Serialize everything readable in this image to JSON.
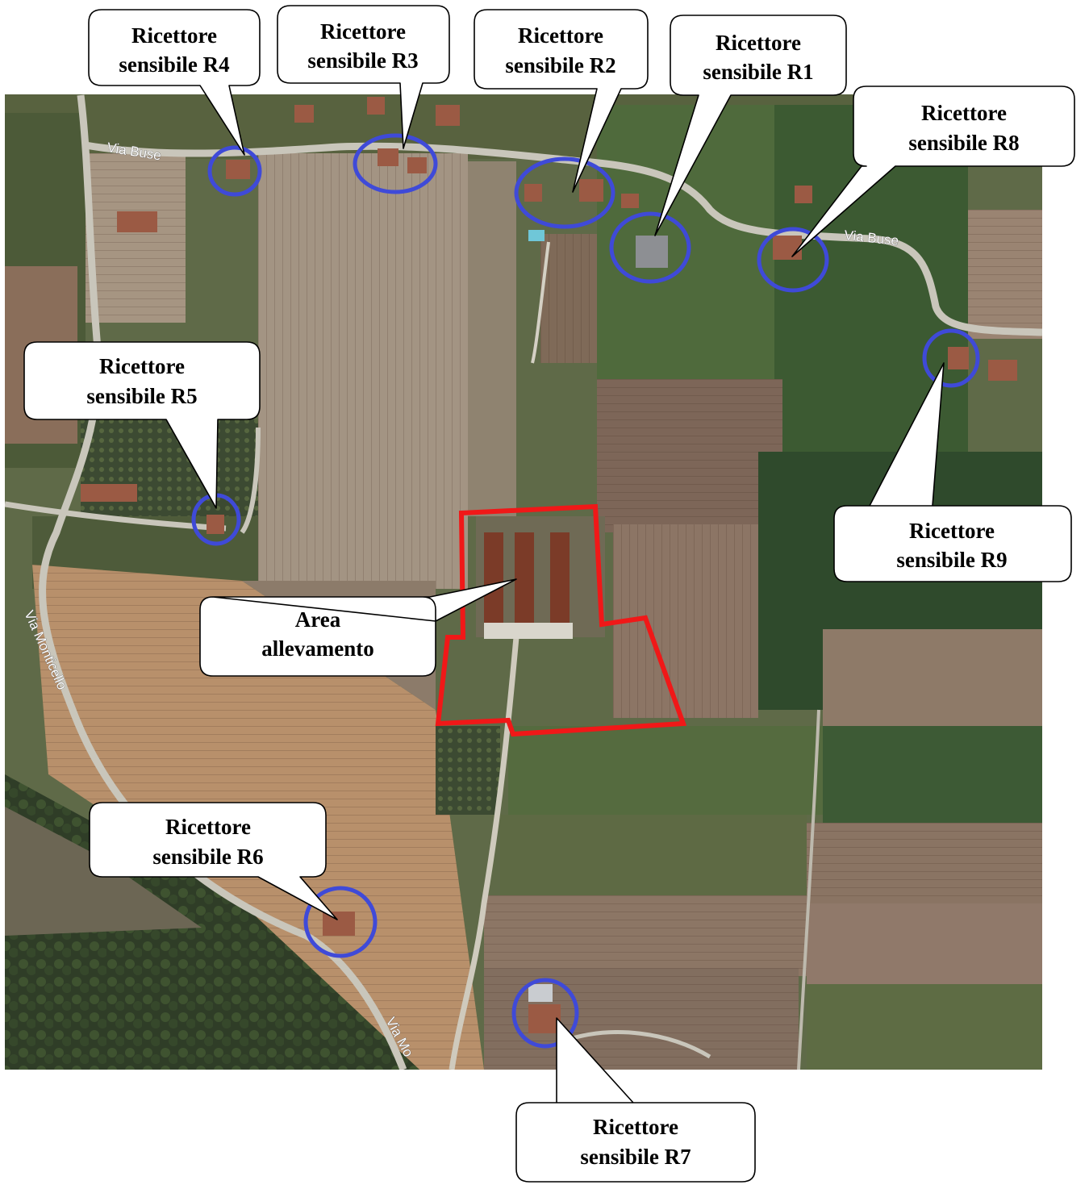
{
  "colors": {
    "receptor_circle": "#3f4ad8",
    "farm_boundary": "#f01818",
    "callout_fill": "#ffffff",
    "callout_stroke": "#000000"
  },
  "road_labels": {
    "via_buse_west": "Via Buse",
    "via_buse_east": "Via Buse",
    "via_monticello": "Via Monticello",
    "via_mo": "Via Mo"
  },
  "callouts": {
    "r1": {
      "line1": "Ricettore",
      "line2": "sensibile R1"
    },
    "r2": {
      "line1": "Ricettore",
      "line2": "sensibile R2"
    },
    "r3": {
      "line1": "Ricettore",
      "line2": "sensibile R3"
    },
    "r4": {
      "line1": "Ricettore",
      "line2": "sensibile R4"
    },
    "r5": {
      "line1": "Ricettore",
      "line2": "sensibile R5"
    },
    "r6": {
      "line1": "Ricettore",
      "line2": "sensibile R6"
    },
    "r7": {
      "line1": "Ricettore",
      "line2": "sensibile R7"
    },
    "r8": {
      "line1": "Ricettore",
      "line2": "sensibile R8"
    },
    "r9": {
      "line1": "Ricettore",
      "line2": "sensibile R9"
    },
    "farm": {
      "line1": "Area",
      "line2": "allevamento"
    }
  }
}
